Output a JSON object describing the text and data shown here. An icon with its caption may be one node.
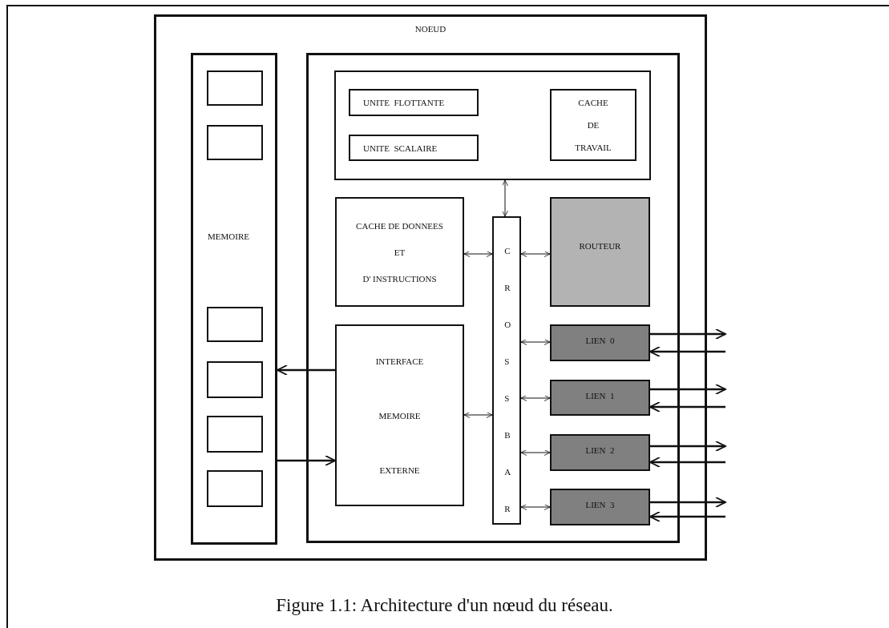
{
  "diagram": {
    "caption": "Figure 1.1: Architecture d'un nœud du réseau.",
    "nodes": [
      {
        "text": [
          "NOEUD"
        ]
      },
      {
        "text": [
          "MEMOIRE"
        ],
        "in": 0
      },
      {
        "text": [],
        "shape": "box",
        "in": 1
      },
      {
        "text": [],
        "shape": "box",
        "in": 1
      },
      {
        "text": [],
        "shape": "box",
        "in": 1
      },
      {
        "text": [],
        "shape": "box",
        "in": 1
      },
      {
        "text": [],
        "shape": "box",
        "in": 1
      },
      {
        "text": [],
        "shape": "box",
        "in": 1
      },
      {
        "text": [],
        "shape": "box",
        "in": 0
      },
      {
        "text": [],
        "shape": "box",
        "in": 8
      },
      {
        "text": [
          "UNITE  FLOTTANTE"
        ],
        "in": 9
      },
      {
        "text": [
          "UNITE  SCALAIRE"
        ],
        "in": 9
      },
      {
        "text": [
          "CACHE",
          "DE",
          "TRAVAIL"
        ],
        "in": 9
      },
      {
        "text": [
          "CACHE DE DONNEES",
          "ET",
          "D' INSTRUCTIONS"
        ],
        "in": 8
      },
      {
        "text": [
          "CROSSBAR"
        ],
        "in": 8
      },
      {
        "text": [
          "ROUTEUR"
        ],
        "in": 8
      },
      {
        "text": [
          "INTERFACE",
          "MEMOIRE",
          "EXTERNE"
        ],
        "in": 8
      },
      {
        "text": [
          "LIEN  0"
        ],
        "in": 8
      },
      {
        "text": [
          "LIEN  1"
        ],
        "in": 8
      },
      {
        "text": [
          "LIEN  2"
        ],
        "in": 8
      },
      {
        "text": [
          "LIEN  3"
        ],
        "in": 8
      }
    ],
    "edges": [
      {
        "from": 9,
        "to": 14,
        "arrow": "both"
      },
      {
        "from": 13,
        "to": 14,
        "arrow": "both"
      },
      {
        "from": 14,
        "to": 15,
        "arrow": "both"
      },
      {
        "from": 16,
        "to": 1,
        "arrow": "to"
      },
      {
        "from": 14,
        "to": 17,
        "arrow": "both"
      },
      {
        "from": 17,
        "to": null,
        "arrow": "to"
      },
      {
        "from": null,
        "to": 17,
        "arrow": "to"
      },
      {
        "from": 14,
        "to": 18,
        "arrow": "both"
      },
      {
        "from": 18,
        "to": null,
        "arrow": "to"
      },
      {
        "from": null,
        "to": 18,
        "arrow": "to"
      },
      {
        "from": 16,
        "to": 14,
        "arrow": "both"
      },
      {
        "from": 14,
        "to": 19,
        "arrow": "both"
      },
      {
        "from": 19,
        "to": null,
        "arrow": "to"
      },
      {
        "from": null,
        "to": 19,
        "arrow": "to"
      },
      {
        "from": 1,
        "to": 16,
        "arrow": "to"
      },
      {
        "from": 14,
        "to": 20,
        "arrow": "both"
      },
      {
        "from": 20,
        "to": null,
        "arrow": "to"
      },
      {
        "from": null,
        "to": 20,
        "arrow": "to"
      }
    ]
  }
}
